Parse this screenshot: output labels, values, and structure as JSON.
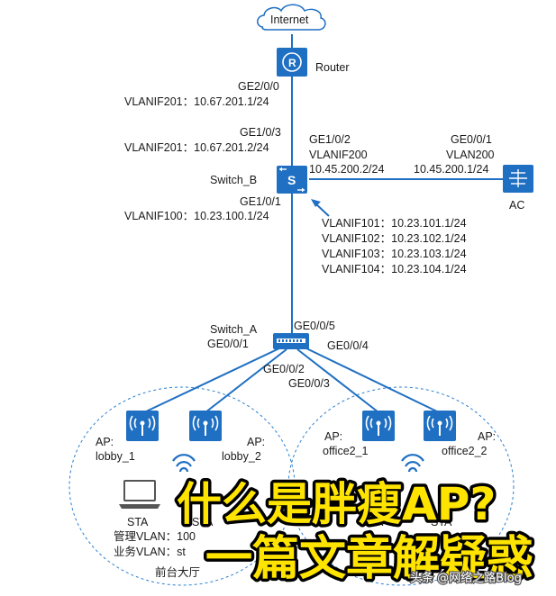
{
  "diagram": {
    "internet_label": "Internet",
    "router_label": "Router",
    "router_icon_letter": "R",
    "router_port": "GE2/0/0",
    "router_vlanif": "VLANIF201：10.67.201.1/24",
    "switchb_up_port": "GE1/0/3",
    "switchb_up_vlanif": "VLANIF201：10.67.201.2/24",
    "switchb_label": "Switch_B",
    "switchb_icon_letter": "S",
    "switchb_ac_port": "GE1/0/2",
    "switchb_ac_vlanif": "VLANIF200",
    "switchb_ac_ip": "10.45.200.2/24",
    "ac_port": "GE0/0/1",
    "ac_vlan": "VLAN200",
    "ac_ip": "10.45.200.1/24",
    "ac_label": "AC",
    "switchb_down_port": "GE1/0/1",
    "switchb_down_vlanif": "VLANIF100：10.23.100.1/24",
    "vlanif_list": [
      "VLANIF101：10.23.101.1/24",
      "VLANIF102：10.23.102.1/24",
      "VLANIF103：10.23.103.1/24",
      "VLANIF104：10.23.104.1/24"
    ],
    "switcha_label": "Switch_A",
    "switcha_ports": {
      "up": "GE0/0/5",
      "p1": "GE0/0/1",
      "p2": "GE0/0/2",
      "p3": "GE0/0/3",
      "p4": "GE0/0/4"
    },
    "aps": [
      {
        "prefix": "AP:",
        "name": "lobby_1"
      },
      {
        "prefix": "AP:",
        "name": "lobby_2"
      },
      {
        "prefix": "AP:",
        "name": "office2_1"
      },
      {
        "prefix": "AP:",
        "name": "office2_2"
      }
    ],
    "sta_label": "STA",
    "mgmt_vlan": "管理VLAN：100",
    "service_vlan": "业务VLAN：st",
    "area_left": "前台大厅"
  },
  "overlay": {
    "line1": "什么是胖瘦AP?",
    "line2": "一篇文章解疑惑",
    "watermark": "头条 @网络之路Blog"
  },
  "colors": {
    "line_blue": "#1f6fc2",
    "device_blue": "#1f6fc2",
    "overlay_yellow": "#ffe400",
    "circle_blue": "#2a7fd0"
  }
}
